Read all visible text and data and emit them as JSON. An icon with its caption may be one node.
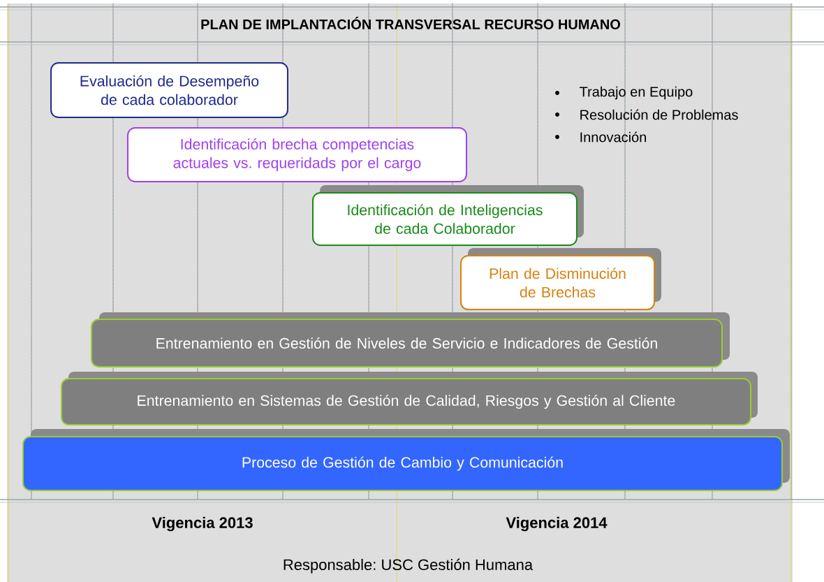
{
  "diagram": {
    "title": "PLAN DE IMPLANTACIÓN TRANSVERSAL RECURSO HUMANO",
    "nodes": [
      {
        "text": [
          "Evaluación de Desempeño de cada colaborador"
        ]
      },
      {
        "text": [
          "Identificación brecha competencias actuales vs. requeridads por el cargo"
        ]
      },
      {
        "text": [
          "Identificación de Inteligencias de cada Colaborador"
        ]
      },
      {
        "text": [
          "Plan de Disminución de Brechas"
        ]
      },
      {
        "text": [
          "Entrenamiento en Gestión de Niveles de Servicio e Indicadores de Gestión"
        ]
      },
      {
        "text": [
          "Entrenamiento en Sistemas de Gestión de Calidad, Riesgos y Gestión al Cliente"
        ]
      },
      {
        "text": [
          "Proceso de Gestión de Cambio y Comunicación"
        ]
      }
    ],
    "labels": [
      "Trabajo en Equipo",
      "Resolución de Problemas",
      "Innovación",
      "Vigencia 2013",
      "Vigencia 2014",
      "Responsable:  USC Gestión Humana"
    ]
  }
}
